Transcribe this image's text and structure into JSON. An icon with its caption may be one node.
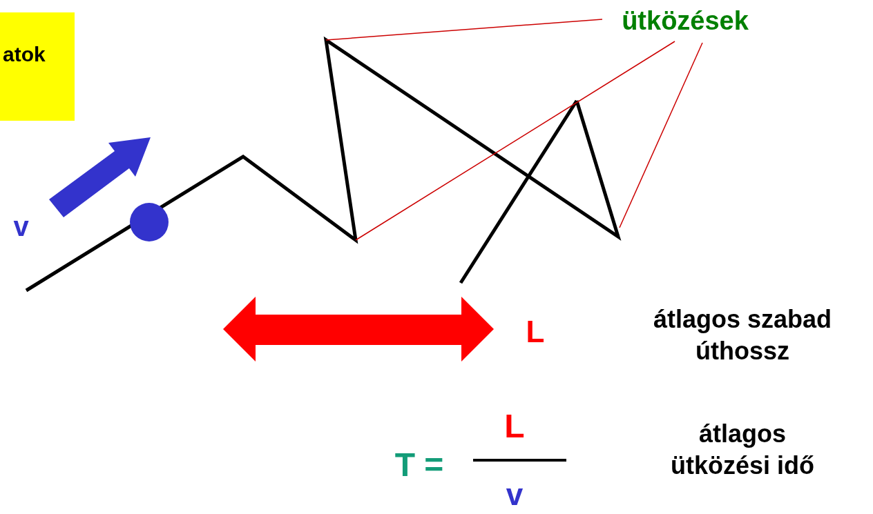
{
  "diagram": {
    "nodes": [
      {
        "text": [
          "atok"
        ]
      },
      {
        "text": [
          "ütközések"
        ]
      }
    ],
    "edges": [
      {
        "from": 1,
        "to": null,
        "arrow": "none",
        "color": "#cc0000"
      },
      {
        "from": 1,
        "to": null,
        "arrow": "none",
        "color": "#cc0000"
      },
      {
        "from": 1,
        "to": null,
        "arrow": "none",
        "color": "#cc0000"
      }
    ],
    "labels": [
      "v",
      "L",
      "átlagos szabad úthossz",
      "T =",
      "L",
      "v",
      "átlagos ütközési idő"
    ]
  }
}
